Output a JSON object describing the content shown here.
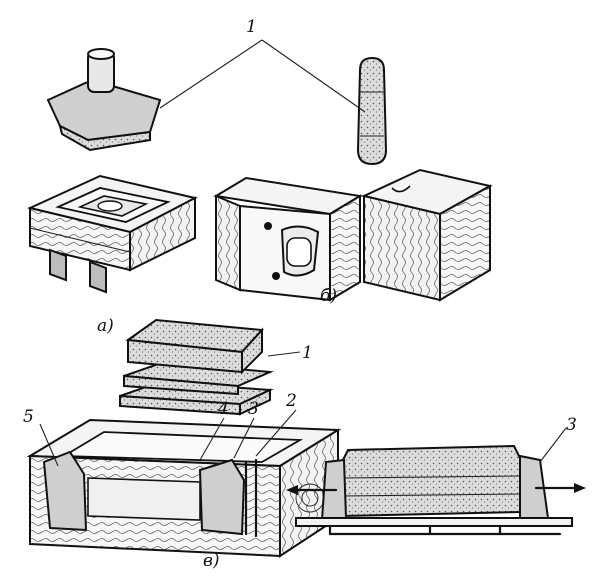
{
  "figure": {
    "labels": {
      "part_1_top": "1",
      "part_1_stack": "1",
      "sub_a": "а)",
      "sub_b": "б)",
      "sub_v": "в)",
      "num_5": "5",
      "num_4": "4",
      "num_3_left": "3",
      "num_2": "2",
      "num_3_right": "3"
    }
  }
}
